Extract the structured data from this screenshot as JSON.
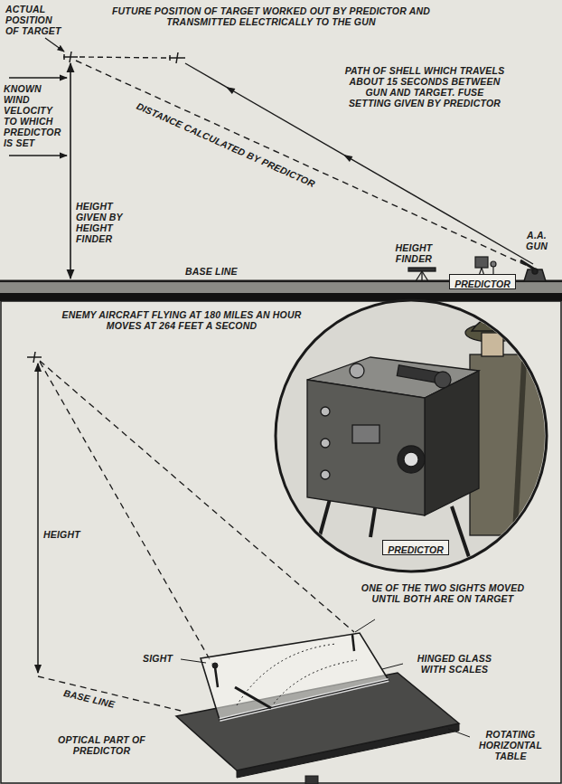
{
  "diagram": {
    "nodes": [
      {
        "text": [
          "PREDICTOR"
        ]
      },
      {
        "text": [
          "PREDICTOR"
        ]
      }
    ],
    "labels": [
      "ACTUAL POSITION OF TARGET",
      "FUTURE POSITION OF TARGET WORKED OUT BY PREDICTOR AND TRANSMITTED ELECTRICALLY TO THE GUN",
      "KNOWN WIND VELOCITY TO WHICH PREDICTOR IS SET",
      "DISTANCE CALCULATED BY PREDICTOR",
      "PATH OF SHELL WHICH TRAVELS ABOUT 15 SECONDS BETWEEN GUN AND TARGET. FUSE SETTING GIVEN BY PREDICTOR",
      "HEIGHT GIVEN BY HEIGHT FINDER",
      "HEIGHT FINDER",
      "A.A. GUN",
      "BASE LINE",
      "ENEMY AIRCRAFT FLYING AT 180 MILES AN HOUR MOVES AT 264 FEET A SECOND",
      "HEIGHT",
      "ONE OF THE TWO SIGHTS MOVED UNTIL BOTH ARE ON TARGET",
      "SIGHT",
      "HINGED GLASS WITH SCALES",
      "BASE LINE",
      "OPTICAL PART OF PREDICTOR",
      "ROTATING HORIZONTAL TABLE"
    ]
  }
}
